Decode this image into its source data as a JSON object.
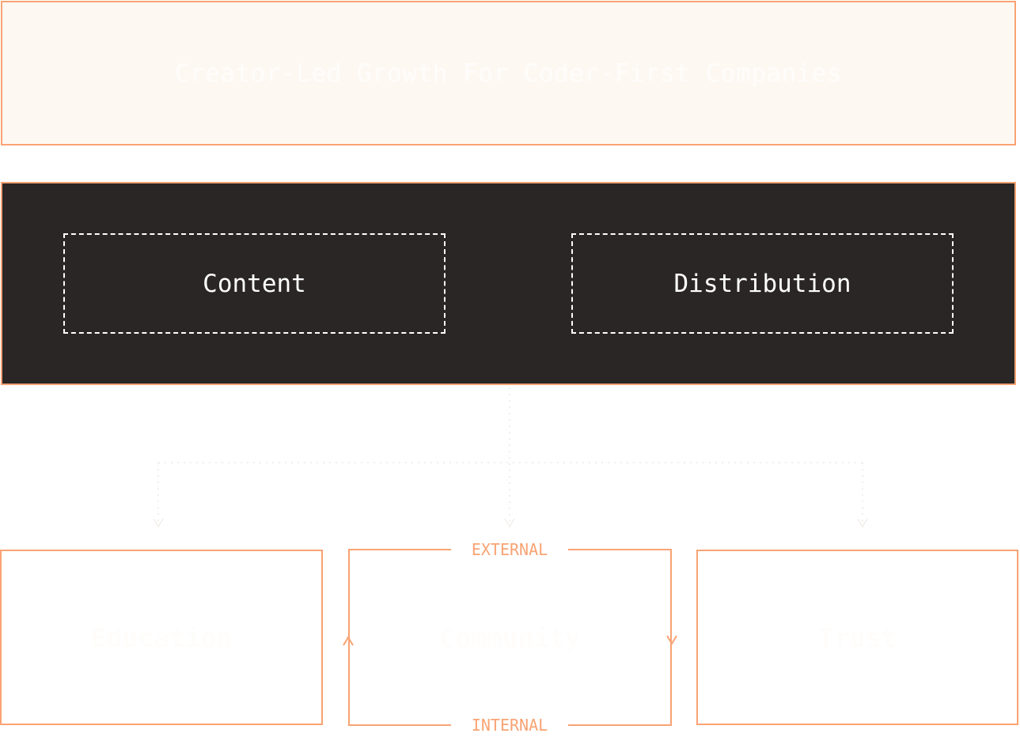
{
  "title": "Creator-Led Growth For Coder-First Companies",
  "pillars": [
    "Content",
    "Distribution"
  ],
  "outcomes": [
    "Education",
    "Community",
    "Trust"
  ],
  "loop_labels": {
    "top": "EXTERNAL",
    "bottom": "INTERNAL"
  },
  "colors": {
    "accent": "#f9a373",
    "dark": "#2a2625",
    "cream": "#fef8f3"
  }
}
